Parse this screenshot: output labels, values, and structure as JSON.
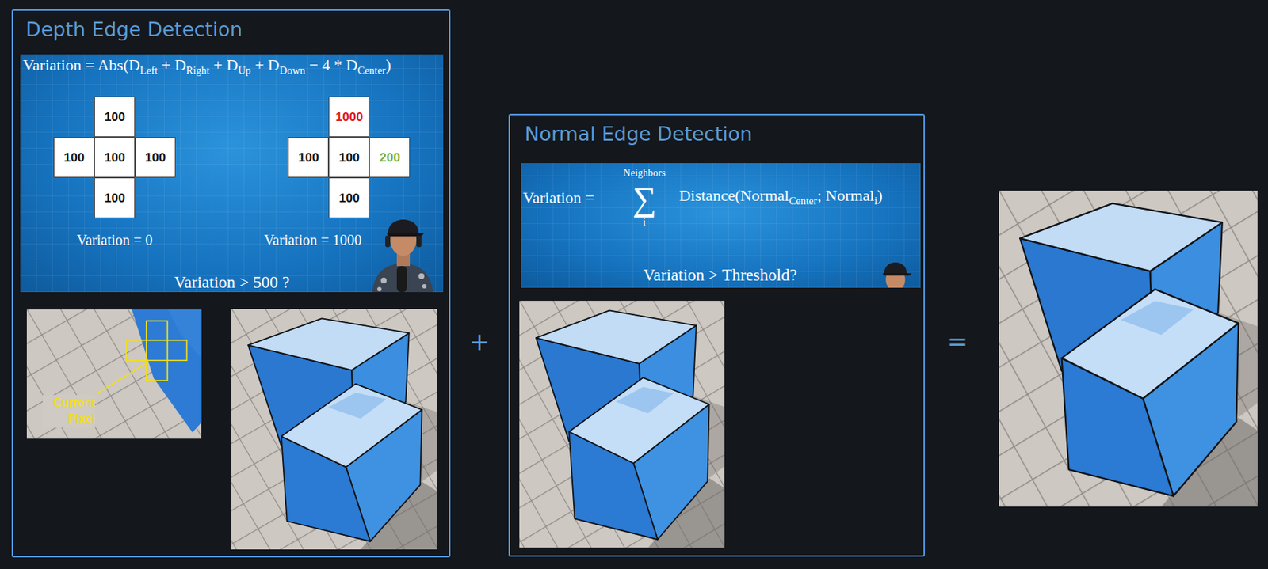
{
  "diagram": {
    "nodes": [
      {
        "text": [
          "Depth Edge Detection"
        ]
      },
      {
        "text": [
          "Variation = Abs(D",
          "Left",
          "+ D",
          "Right",
          "+ D",
          "Up",
          "+ D",
          "Down",
          "− 4 * D",
          "Center",
          ")",
          "Variation = 0",
          "Variation = 1000",
          "Variation > 500 ?"
        ],
        "in": 0
      },
      {
        "text": [
          "100"
        ],
        "in": 1
      },
      {
        "text": [
          "100"
        ],
        "in": 1
      },
      {
        "text": [
          "100"
        ],
        "in": 1
      },
      {
        "text": [
          "100"
        ],
        "in": 1
      },
      {
        "text": [
          "100"
        ],
        "in": 1
      },
      {
        "text": [
          "1000"
        ],
        "in": 1
      },
      {
        "text": [
          "100"
        ],
        "in": 1
      },
      {
        "text": [
          "100"
        ],
        "in": 1
      },
      {
        "text": [
          "200"
        ],
        "in": 1
      },
      {
        "text": [
          "100"
        ],
        "in": 1
      },
      {
        "text": [
          "Normal Edge Detection"
        ]
      },
      {
        "text": [
          "Variation =",
          "Neighbors",
          "∑",
          "i",
          "Distance(Normal",
          "Center",
          "; Normal",
          "i",
          ")",
          "Variation > Threshold?"
        ],
        "in": 12
      }
    ],
    "labels": [
      "Current Pixel",
      "+",
      "="
    ]
  }
}
